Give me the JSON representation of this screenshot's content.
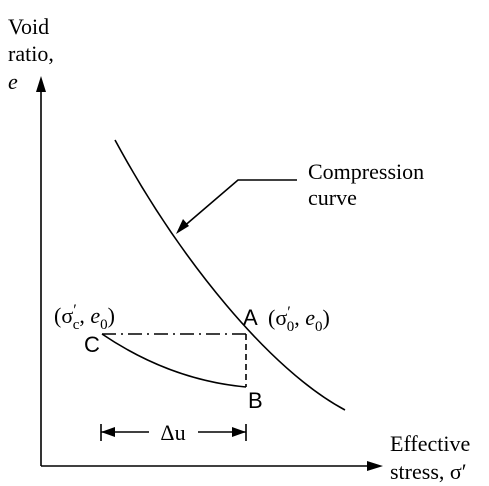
{
  "y_axis": {
    "line1": "Void",
    "line2": "ratio,",
    "symbol": "e"
  },
  "x_axis": {
    "line1": "Effective",
    "line2_prefix": "stress,",
    "symbol": "σ′"
  },
  "compression_label": {
    "line1": "Compression",
    "line2": "curve"
  },
  "points": {
    "A": {
      "letter": "A",
      "coord_sigma": "σ",
      "coord_prime": "′",
      "coord_sub": "0",
      "coord_e": "e",
      "coord_e_sub": "0"
    },
    "B": {
      "letter": "B"
    },
    "C": {
      "letter": "C",
      "coord_sigma": "σ",
      "coord_prime": "′",
      "coord_sub": "c",
      "coord_e": "e",
      "coord_e_sub": "0"
    }
  },
  "pore_pressure": {
    "label": "Δu"
  },
  "colors": {
    "ink": "#000000",
    "background": "#ffffff"
  }
}
